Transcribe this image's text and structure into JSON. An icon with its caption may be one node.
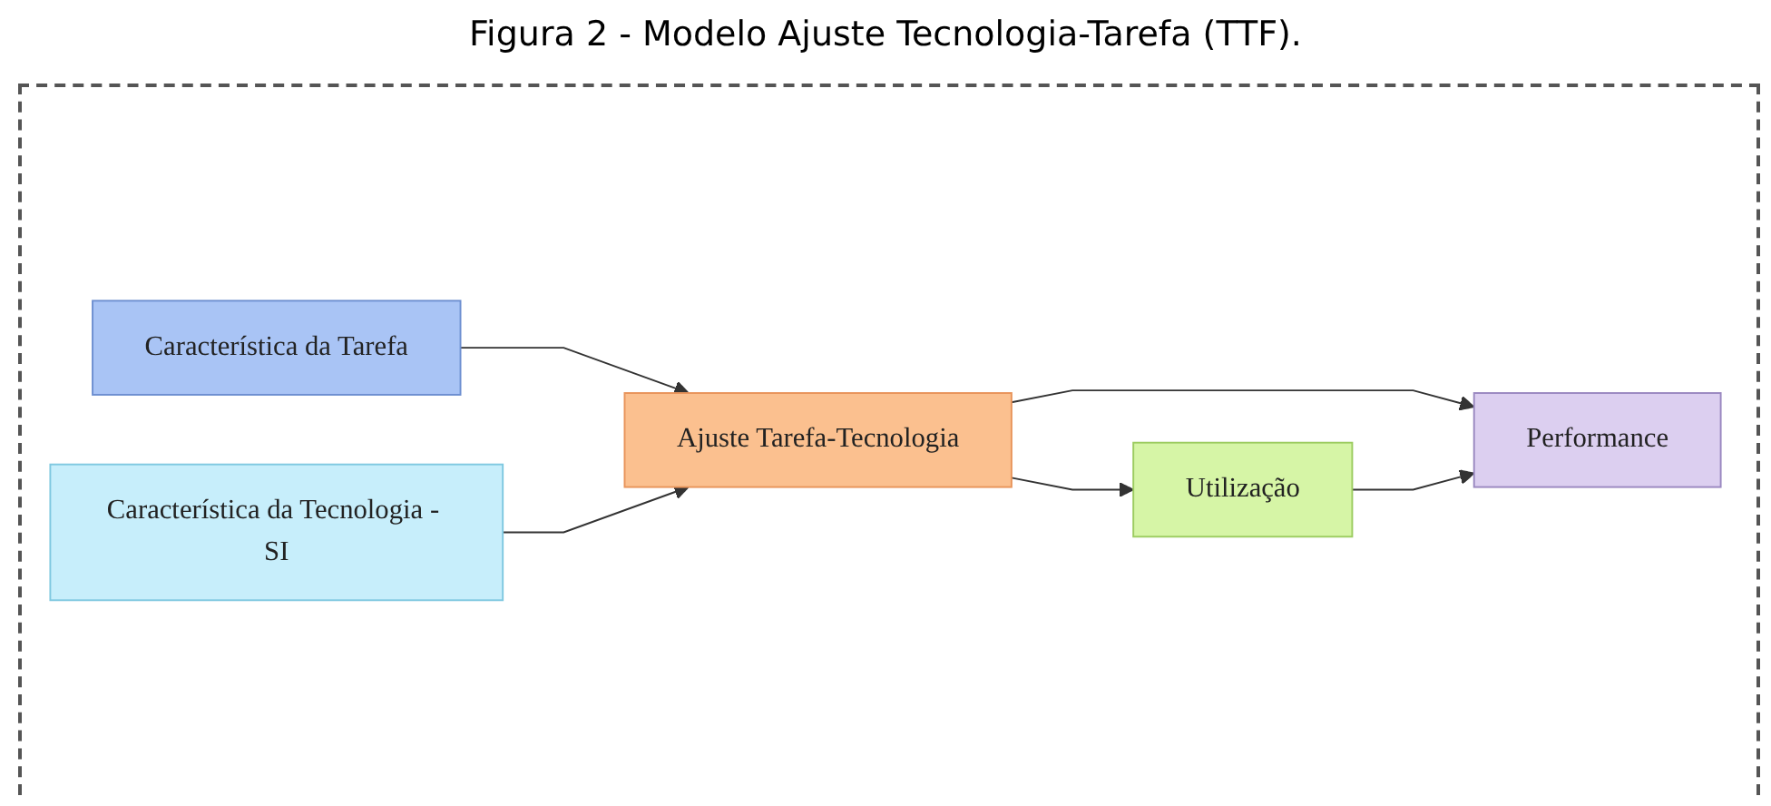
{
  "diagram": {
    "title": "Figura 2 - Modelo Ajuste Tecnologia-Tarefa (TTF).",
    "nodes": [
      {
        "text": [
          "Característica da Tarefa"
        ]
      },
      {
        "text": [
          "Característica da Tecnologia - SI"
        ]
      },
      {
        "text": [
          "Ajuste Tarefa-Tecnologia"
        ]
      },
      {
        "text": [
          "Utilização"
        ]
      },
      {
        "text": [
          "Performance"
        ]
      }
    ],
    "edges": [
      {
        "from": 0,
        "to": 2,
        "arrow": "to"
      },
      {
        "from": 1,
        "to": 2,
        "arrow": "to"
      },
      {
        "from": 2,
        "to": 3,
        "arrow": "to"
      },
      {
        "from": 2,
        "to": 4,
        "arrow": "to"
      },
      {
        "from": 3,
        "to": 4,
        "arrow": "to"
      }
    ]
  }
}
